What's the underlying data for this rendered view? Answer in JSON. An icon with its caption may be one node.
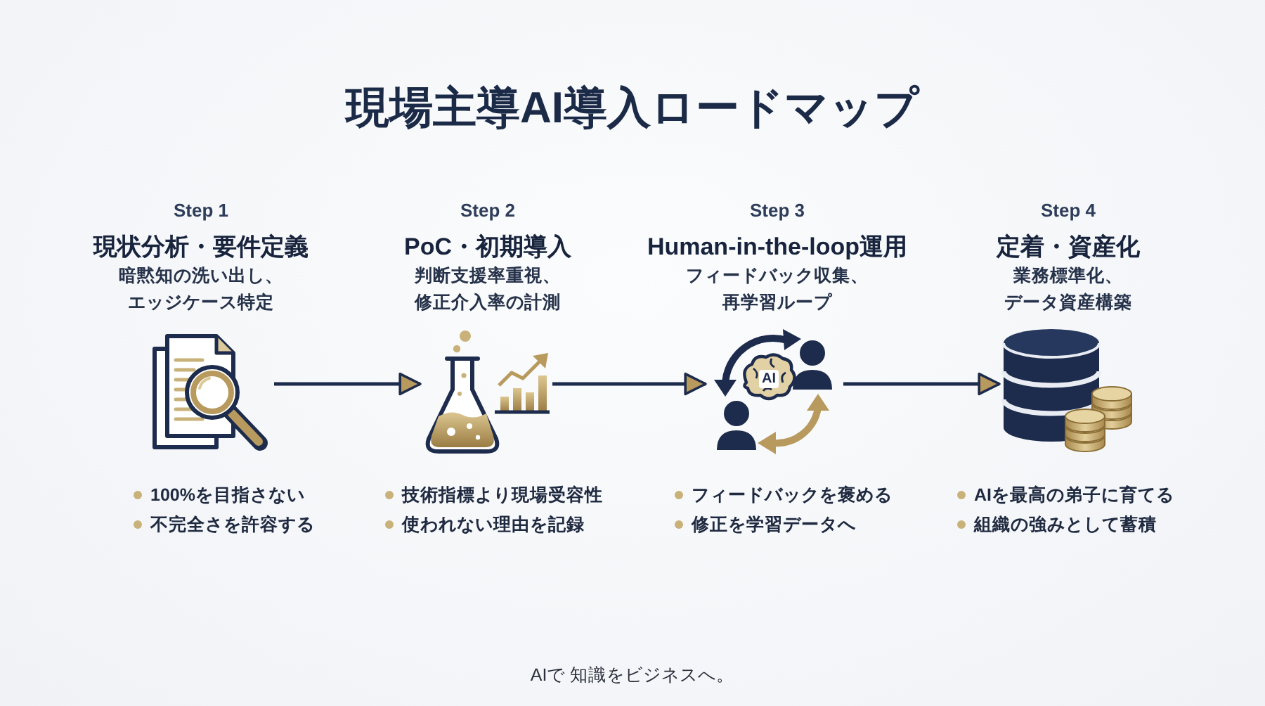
{
  "diagram": {
    "title": "現場主導AI導入ロードマップ",
    "nodes": [
      {
        "text": [],
        "shape": "picture",
        "beside": [
          "Step 1",
          "現状分析・要件定義",
          "暗黙知の洗い出し、エッジケース特定",
          "100%を目指さない",
          "不完全さを許容する"
        ]
      },
      {
        "text": [],
        "shape": "picture",
        "beside": [
          "Step 2",
          "PoC・初期導入",
          "判断支援率重視、修正介入率の計測",
          "技術指標より現場受容性",
          "使われない理由を記録"
        ]
      },
      {
        "text": [],
        "shape": "picture",
        "beside": [
          "Step 3",
          "Human-in-the-loop運用",
          "フィードバック収集、再学習ループ",
          "フィードバックを褒める",
          "修正を学習データへ"
        ]
      },
      {
        "text": [],
        "shape": "picture",
        "beside": [
          "Step 4",
          "定着・資産化",
          "業務標準化、データ資産構築",
          "AIを最高の弟子に育てる",
          "組織の強みとして蓄積"
        ]
      }
    ],
    "edges": [
      {
        "from": 0,
        "to": 1,
        "arrow": "to"
      },
      {
        "from": 1,
        "to": 2,
        "arrow": "to"
      },
      {
        "from": 2,
        "to": 3,
        "arrow": "to"
      }
    ],
    "labels": [
      "AI",
      "AIで 知識をビジネスへ。"
    ]
  }
}
